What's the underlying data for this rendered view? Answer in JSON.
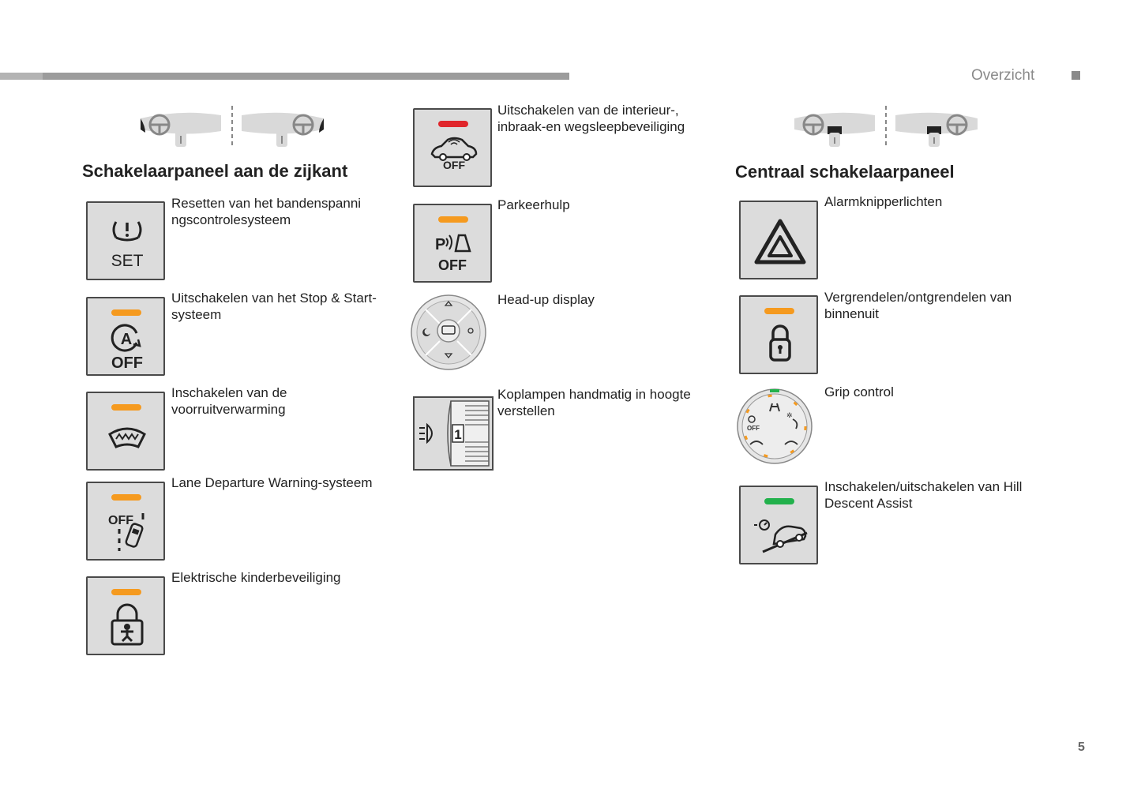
{
  "header": {
    "title": "Overzicht",
    "page_number": "5"
  },
  "colors": {
    "orange": "#f59a1f",
    "red": "#e0262b",
    "green": "#22b14c",
    "bar": "#9c9c9c"
  },
  "left_panel": {
    "title": "Schakelaarpaneel aan de zijkant",
    "items": [
      {
        "label": "Resetten van het bandenspanni ngscontrolesysteem",
        "icon": "tpms-set-icon",
        "icon_text": "SET",
        "indicator": "none"
      },
      {
        "label": "Uitschakelen van het Stop & Start-systeem",
        "icon": "stop-start-off-icon",
        "icon_text": "OFF",
        "indicator": "orange"
      },
      {
        "label": "Inschakelen van de voorruitverwarming",
        "icon": "windscreen-heater-icon",
        "indicator": "orange"
      },
      {
        "label": "Lane Departure Warning-systeem",
        "icon": "lane-departure-off-icon",
        "icon_text": "OFF",
        "indicator": "orange"
      },
      {
        "label": "Elektrische kinderbeveiliging",
        "icon": "child-lock-icon",
        "indicator": "orange"
      }
    ]
  },
  "middle_panel": {
    "items": [
      {
        "label": "Uitschakelen van de interieur-, inbraak-en wegsleepbeveiliging",
        "icon": "alarm-off-icon",
        "icon_text": "OFF",
        "indicator": "red"
      },
      {
        "label": "Parkeerhulp",
        "icon": "park-assist-off-icon",
        "icon_text": "OFF",
        "indicator": "orange"
      },
      {
        "label": "Head-up display",
        "icon": "head-up-display-control-icon"
      },
      {
        "label": "Koplampen handmatig in hoogte verstellen",
        "icon": "headlamp-height-dial-icon",
        "icon_text": "1"
      }
    ]
  },
  "right_panel": {
    "title": "Centraal schakelaarpaneel",
    "items": [
      {
        "label": "Alarmknipperlichten",
        "icon": "hazard-warning-icon",
        "indicator": "none"
      },
      {
        "label": "Vergrendelen/ontgrendelen van binnenuit",
        "icon": "central-lock-icon",
        "indicator": "orange"
      },
      {
        "label": "Grip control",
        "icon": "grip-control-dial-icon",
        "icon_text": "OFF"
      },
      {
        "label": "Inschakelen/uitschakelen van Hill Descent Assist",
        "icon": "hill-descent-icon",
        "indicator": "green"
      }
    ]
  }
}
